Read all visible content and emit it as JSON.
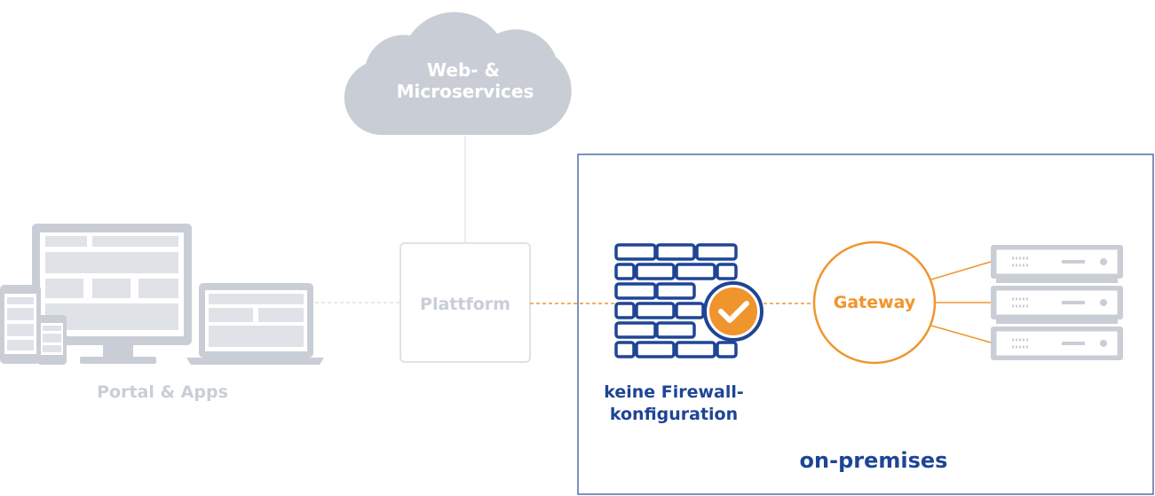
{
  "cloud": {
    "line1": "Web- &",
    "line2": "Microservices"
  },
  "platform": {
    "label": "Plattform"
  },
  "portal": {
    "label": "Portal & Apps"
  },
  "firewall": {
    "line1": "keine Firewall-",
    "line2": "konfiguration"
  },
  "gateway": {
    "label": "Gateway"
  },
  "onprem": {
    "label": "on-premises"
  },
  "colors": {
    "navy": "#1e4596",
    "orange": "#f0952d",
    "gray": "#c9ced6",
    "lightGray": "#dfe2e7",
    "frame": "#4d6ea9"
  }
}
